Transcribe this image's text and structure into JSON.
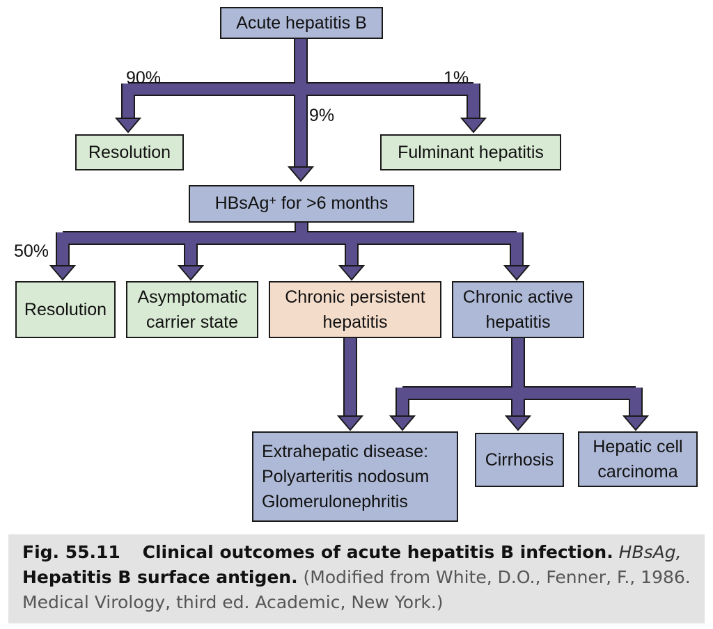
{
  "colors": {
    "arrow_fill": "#5a4f8c",
    "arrow_stroke": "#1a1a1a",
    "box_blue": "#aeb9d7",
    "box_green": "#d9ead4",
    "box_peach": "#f4dccb",
    "caption_bg": "#e3e3e3"
  },
  "nodes": {
    "acute": "Acute hepatitis B",
    "resolution_1": "Resolution",
    "fulminant": "Fulminant hepatitis",
    "hbsag_main": "HBsAg",
    "hbsag_sup": "+",
    "hbsag_rest": " for >6 months",
    "resolution_2": "Resolution",
    "carrier_l1": "Asymptomatic",
    "carrier_l2": "carrier state",
    "cph_l1": "Chronic persistent",
    "cph_l2": "hepatitis",
    "cah_l1": "Chronic active",
    "cah_l2": "hepatitis",
    "extra_l1": "Extrahepatic disease:",
    "extra_l2": "Polyarteritis nodosum",
    "extra_l3": "Glomerulonephritis",
    "cirrhosis": "Cirrhosis",
    "hcc_l1": "Hepatic cell",
    "hcc_l2": "carcinoma"
  },
  "percentages": {
    "to_resolution": "90%",
    "to_fulminant": "1%",
    "to_chronic": "9%",
    "to_resolution_2": "50%"
  },
  "caption": {
    "fig_label": "Fig. 55.11",
    "bold_text": "Clinical outcomes of acute hepatitis B infection.",
    "abbr_italic": "HBsAg,",
    "abbr_bold": "Hepatitis B surface antigen.",
    "source": "(Modified from White, D.O., Fenner, F., 1986. Medical Virology, third ed. Academic, New York.)"
  }
}
